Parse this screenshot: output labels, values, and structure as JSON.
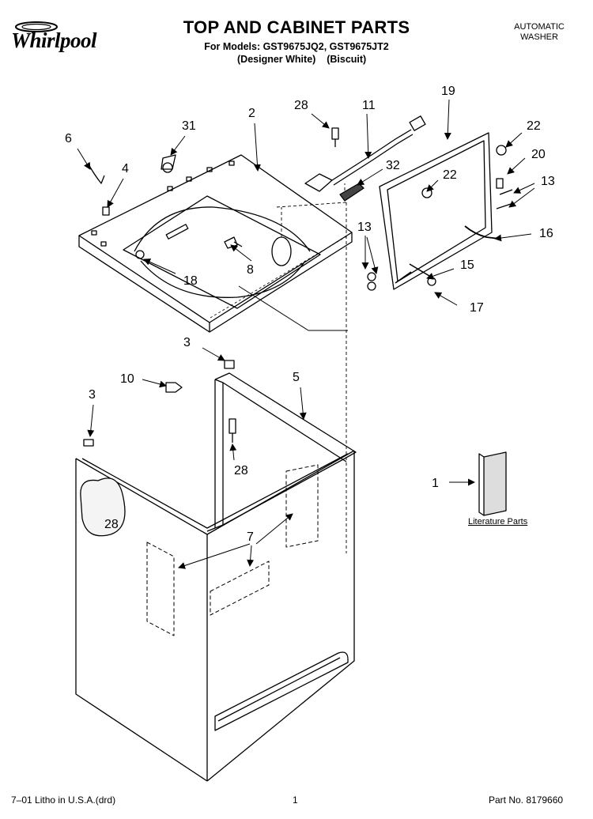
{
  "header": {
    "brand": "Whirlpool",
    "title": "TOP AND CABINET PARTS",
    "models_line": "For Models: GST9675JQ2, GST9675JT2",
    "finish_line": "(Designer White)    (Biscuit)",
    "product_type": [
      "AUTOMATIC",
      "WASHER"
    ]
  },
  "callouts": [
    "1",
    "2",
    "3",
    "3",
    "4",
    "5",
    "6",
    "7",
    "8",
    "10",
    "11",
    "13",
    "13",
    "15",
    "16",
    "17",
    "18",
    "19",
    "20",
    "22",
    "22",
    "28",
    "28",
    "28",
    "31",
    "32"
  ],
  "literature_label": "Literature Parts",
  "footer": {
    "left": "7–01 Litho in U.S.A.(drd)",
    "page": "1",
    "part_no": "Part No. 8179660"
  }
}
